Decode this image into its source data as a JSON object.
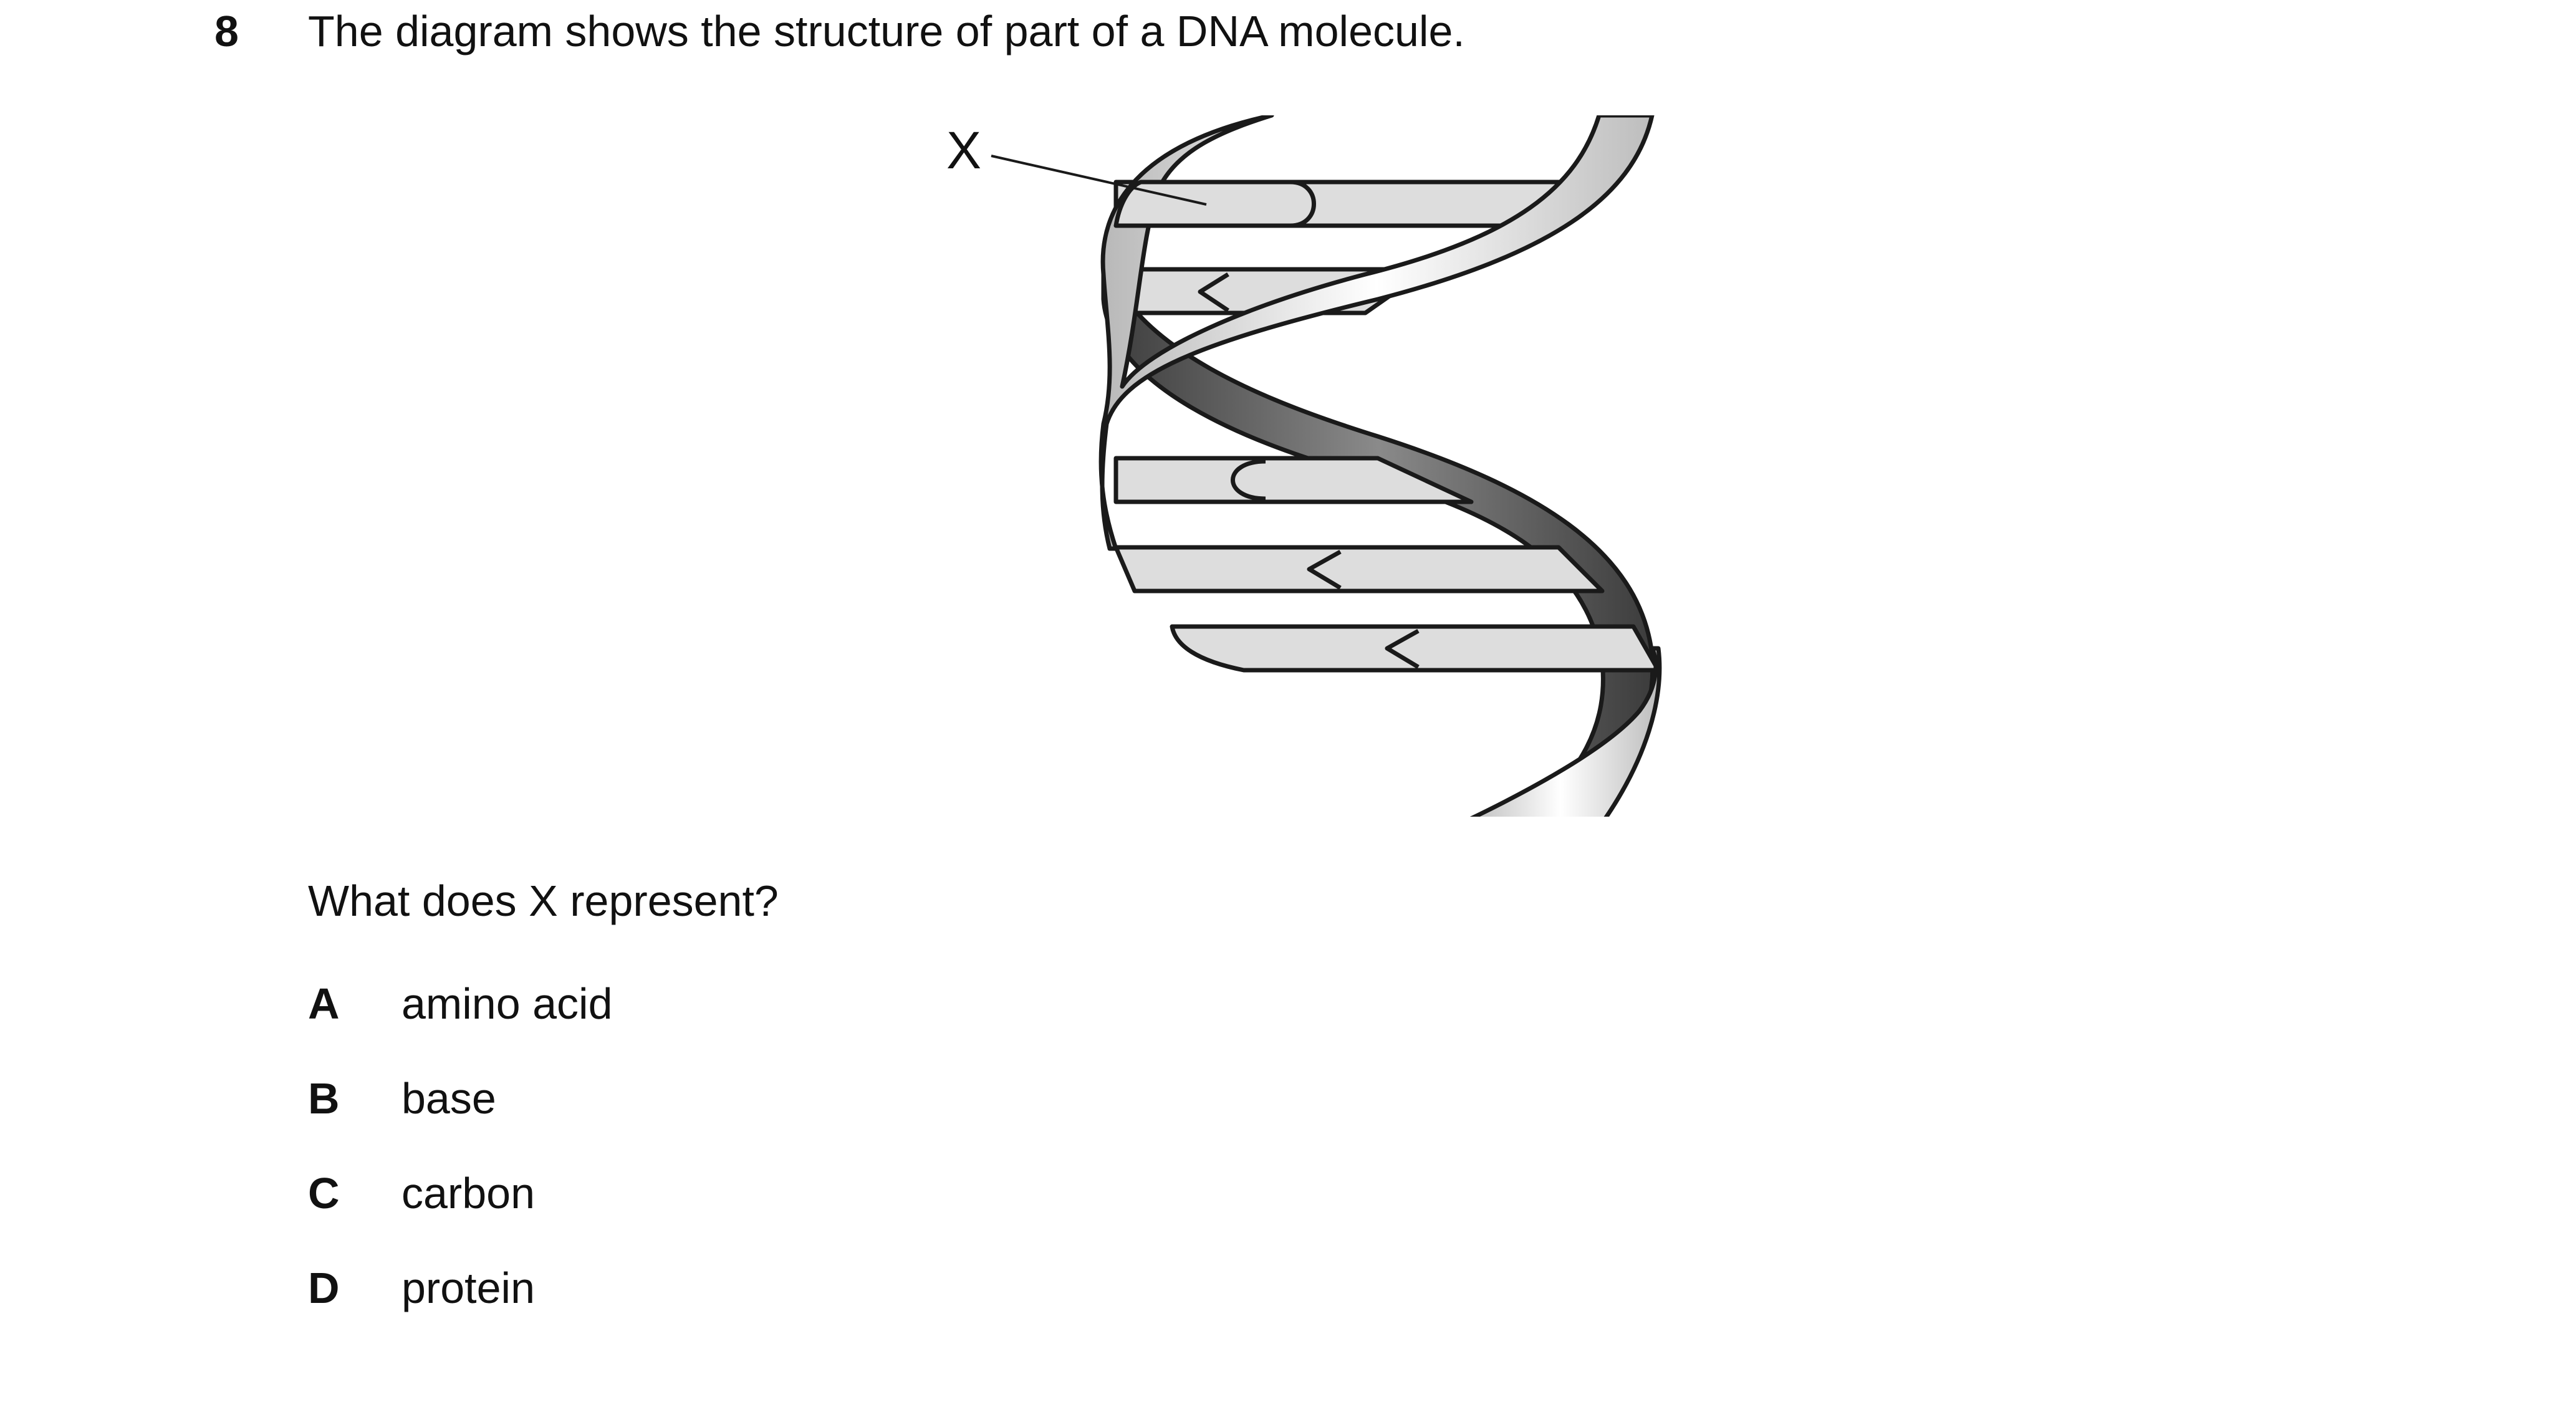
{
  "question": {
    "number": "8",
    "stem": "The diagram shows the structure of part of a DNA molecule.",
    "prompt": "What does X represent?"
  },
  "diagram": {
    "label": "X",
    "colors": {
      "dark_strand": "#6e6e6e",
      "light_strand": "#e8e8e8",
      "rung": "#dddddd",
      "outline": "#1a1a1a"
    }
  },
  "options": [
    {
      "letter": "A",
      "text": "amino acid"
    },
    {
      "letter": "B",
      "text": "base"
    },
    {
      "letter": "C",
      "text": "carbon"
    },
    {
      "letter": "D",
      "text": "protein"
    }
  ]
}
